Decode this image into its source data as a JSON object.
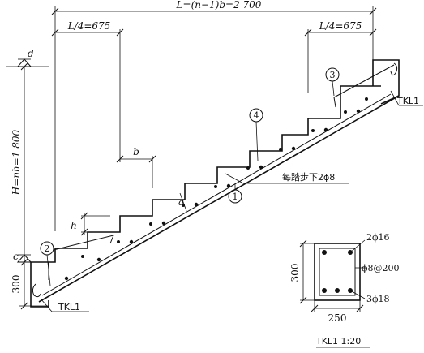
{
  "dimensions": {
    "total_span": "L=(n−1)b=2 700",
    "quarter_left": "L/4=675",
    "quarter_right": "L/4=675",
    "step_width": "b",
    "step_height": "h",
    "slab_thickness": "a",
    "total_height": "H=nh=1 800",
    "beam_height": "300",
    "level_top": "d",
    "level_bottom": "c"
  },
  "callouts": {
    "c1": "1",
    "c2": "2",
    "c3": "3",
    "c4": "4"
  },
  "annotation": "每踏步下2ϕ8",
  "beam_labels": {
    "left": "TKL1",
    "right": "TKL1"
  },
  "section": {
    "top_bars": "2ϕ16",
    "stirrups": "ϕ8@200",
    "bottom_bars": "3ϕ18",
    "height": "300",
    "width": "250",
    "title": "TKL1 1:20"
  }
}
